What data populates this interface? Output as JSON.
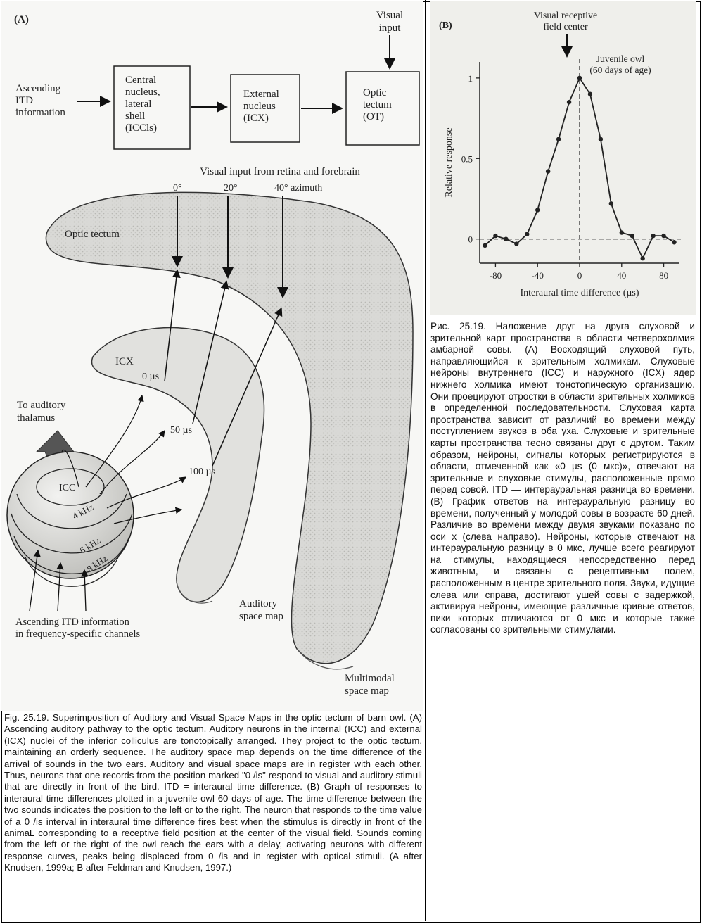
{
  "figure_a": {
    "panel_label": "(A)",
    "visual_input": [
      "Visual",
      "input"
    ],
    "ascending_itd": [
      "Ascending",
      "ITD",
      "information"
    ],
    "box_iccls": [
      "Central",
      "nucleus,",
      "lateral",
      "shell",
      "(ICCls)"
    ],
    "box_icx": [
      "External",
      "nucleus",
      "(ICX)"
    ],
    "box_ot": [
      "Optic",
      "tectum",
      "(OT)"
    ],
    "visual_input_retina": "Visual input from retina and forebrain",
    "azimuth_0": "0°",
    "azimuth_20": "20°",
    "azimuth_40": "40° azimuth",
    "optic_tectum_label": "Optic tectum",
    "icx_label": "ICX",
    "us_0": "0 µs",
    "us_50": "50 µs",
    "us_100": "100 µs",
    "to_auditory_thalamus": [
      "To auditory",
      "thalamus"
    ],
    "icc_label": "ICC",
    "khz_4": "4 kHz",
    "khz_6": "6 kHz",
    "khz_8": "8 kHz",
    "ascending_channels": [
      "Ascending ITD information",
      "in frequency-specific channels"
    ],
    "auditory_space_map": [
      "Auditory",
      "space map"
    ],
    "multimodal_space_map": [
      "Multimodal",
      "space map"
    ]
  },
  "figure_b": {
    "panel_label": "(B)",
    "annotation_center": [
      "Visual receptive",
      "field center"
    ],
    "annotation_owl": [
      "Juvenile owl",
      "(60 days of age)"
    ]
  },
  "chart_data": {
    "type": "line",
    "title": "",
    "xlabel": "Interaural time difference (µs)",
    "ylabel": "Relative response",
    "xlim": [
      -95,
      95
    ],
    "ylim": [
      -0.15,
      1.1
    ],
    "x_ticks": [
      "-80",
      "-40",
      "0",
      "40",
      "80"
    ],
    "y_ticks": [
      "0",
      "0.5",
      "1"
    ],
    "series": [
      {
        "x": [
          -90,
          -80,
          -70,
          -60,
          -50,
          -40,
          -30,
          -20,
          -10,
          0,
          10,
          20,
          30,
          40,
          50,
          60,
          70,
          80,
          90
        ],
        "y": [
          -0.04,
          0.02,
          0.0,
          -0.03,
          0.03,
          0.18,
          0.42,
          0.62,
          0.85,
          1.0,
          0.9,
          0.62,
          0.22,
          0.04,
          0.02,
          -0.12,
          0.02,
          0.02,
          -0.02
        ]
      }
    ]
  },
  "caption_en": "Fig. 25.19. Superimposition of Auditory and Visual Space Maps in the optic tectum of barn owl. (A) Ascending auditory pathway to the optic tectum. Auditory neurons in the internal (ICC) and external (ICX) nuclei of the inferior colliculus are tonotopically arranged. They project to the optic tectum, maintaining an orderly sequence. The auditory space map depends on the time difference of the arrival of sounds in the two ears. Auditory and visual space maps are in register with each other. Thus, neurons that one records from the position marked \"0 /is\" respond to visual and auditory stimuli that are directly in front of the bird. ITD = interaural time difference. (B) Graph of responses to interaural time differences plotted in a juvenile owl 60 days of age. The time difference between the two sounds indicates the position to the left or to the right. The neuron that responds to the time value of a 0 /is interval in interaural time difference fires best when the stimulus is directly in front of the animaL corresponding to a receptive field position at the center of the visual field. Sounds coming from the left or the right of the owl reach the ears with a delay, activating neurons with different response curves, peaks being displaced from 0 /is and in register with optical stimuli. (A after Knudsen, 1999a; B after Feldman and Knudsen, 1997.)",
  "caption_ru": "Рис. 25.19. Наложение друг на друга слуховой и зрительной карт пространства в области четверохолмия амбарной совы. (А) Восходящий слуховой путь, направляющийся к зрительным холмикам. Слуховые нейроны внутреннего (ICC) и наружного (ICX) ядер нижнего холмика имеют тонотопическую организацию. Они проецируют отростки в области зрительных холмиков в определенной последовательности. Слуховая карта пространства зависит от различий во времени между поступлением звуков в оба уха. Слуховые и зрительные карты пространства тесно связаны друг с другом. Таким образом, нейроны, сигналы которых регистрируются в области, отмеченной как «0 µs (0 мкс)», отвечают на зрительные и слуховые стимулы, расположенные прямо перед совой. ITD — интерауральная разница во времени. (В) График ответов на интерауральную разницу во времени, полученный у молодой совы в возрасте 60 дней. Различие во времени между двумя звуками показано по оси х (слева направо). Нейроны, которые отвечают на интерауральную разницу в 0 мкс, лучше всего реагируют на стимулы, находящиеся непосредственно перед животным, и связаны с рецептивным полем, расположенным в центре зрительного поля. Звуки, идущие слева или справа, достигают ушей совы с задержкой, активируя нейроны, имеющие различные кривые ответов, пики которых отличаются от 0 мкс и которые также согласованы со зрительными стимулами."
}
